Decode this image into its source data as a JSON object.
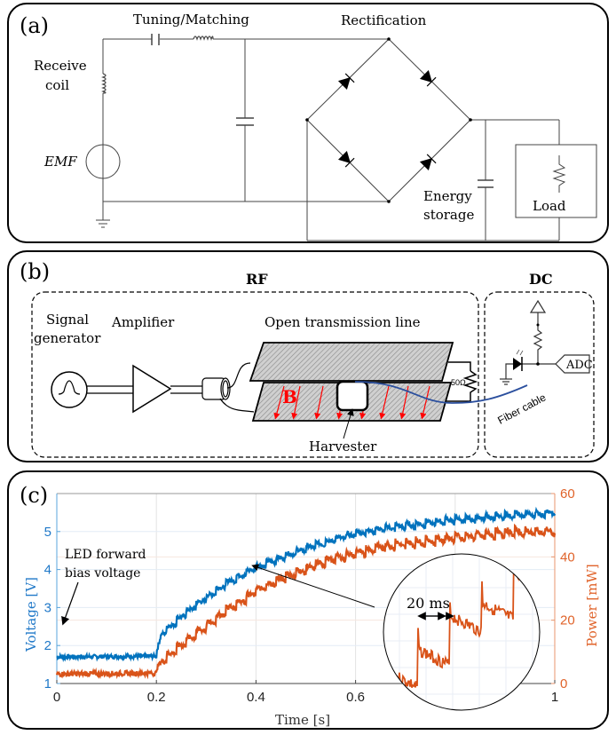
{
  "panels": {
    "a": {
      "tag": "(a)",
      "labels": {
        "tuning": "Tuning/Matching",
        "rectification": "Rectification",
        "receive_coil_1": "Receive",
        "receive_coil_2": "coil",
        "emf": "EMF",
        "energy_1": "Energy",
        "energy_2": "storage",
        "load": "Load"
      }
    },
    "b": {
      "tag": "(b)",
      "labels": {
        "rf": "RF",
        "dc": "DC",
        "siggen_1": "Signal",
        "siggen_2": "generator",
        "amplifier": "Amplifier",
        "tline": "Open transmission line",
        "harvester": "Harvester",
        "field": "B",
        "resistor": "50Ω",
        "adc": "ADC",
        "fiber": "Fiber cable"
      },
      "colors": {
        "field": "#ff0000",
        "fiber": "#2b4f9e"
      }
    },
    "c": {
      "tag": "(c)",
      "annotation_1": "LED forward",
      "annotation_2": "bias voltage",
      "inset_label": "20 ms"
    }
  },
  "chart_data": {
    "type": "line",
    "xlabel": "Time [s]",
    "ylabel_left": "Voltage [V]",
    "ylabel_right": "Power [mW]",
    "xlim": [
      0,
      1
    ],
    "ylim_left": [
      1,
      6
    ],
    "ylim_right": [
      0,
      60
    ],
    "xticks": [
      "0",
      "0.2",
      "0.4",
      "0.6",
      "1"
    ],
    "xtick_values": [
      0,
      0.2,
      0.4,
      0.6,
      1
    ],
    "yticks_left": [
      "1",
      "2",
      "3",
      "4",
      "5"
    ],
    "yticks_right": [
      "0",
      "20",
      "40",
      "60"
    ],
    "grid": true,
    "series": [
      {
        "name": "Voltage",
        "axis": "left",
        "color": "#0072bd",
        "x": [
          0,
          0.2,
          0.21,
          0.25,
          0.3,
          0.35,
          0.4,
          0.45,
          0.5,
          0.55,
          0.6,
          0.65,
          0.7,
          0.8,
          0.9,
          1.0
        ],
        "y": [
          1.7,
          1.72,
          2.3,
          2.75,
          3.25,
          3.7,
          4.05,
          4.3,
          4.55,
          4.75,
          4.95,
          5.05,
          5.15,
          5.3,
          5.4,
          5.5
        ]
      },
      {
        "name": "Power",
        "axis": "right",
        "color": "#d95319",
        "x": [
          0,
          0.2,
          0.21,
          0.25,
          0.3,
          0.35,
          0.4,
          0.45,
          0.5,
          0.55,
          0.6,
          0.65,
          0.7,
          0.8,
          0.9,
          1.0
        ],
        "y": [
          3,
          3.3,
          7,
          12,
          18,
          24,
          29,
          33,
          36,
          39,
          41,
          43,
          44,
          46,
          47.5,
          48
        ]
      }
    ]
  }
}
